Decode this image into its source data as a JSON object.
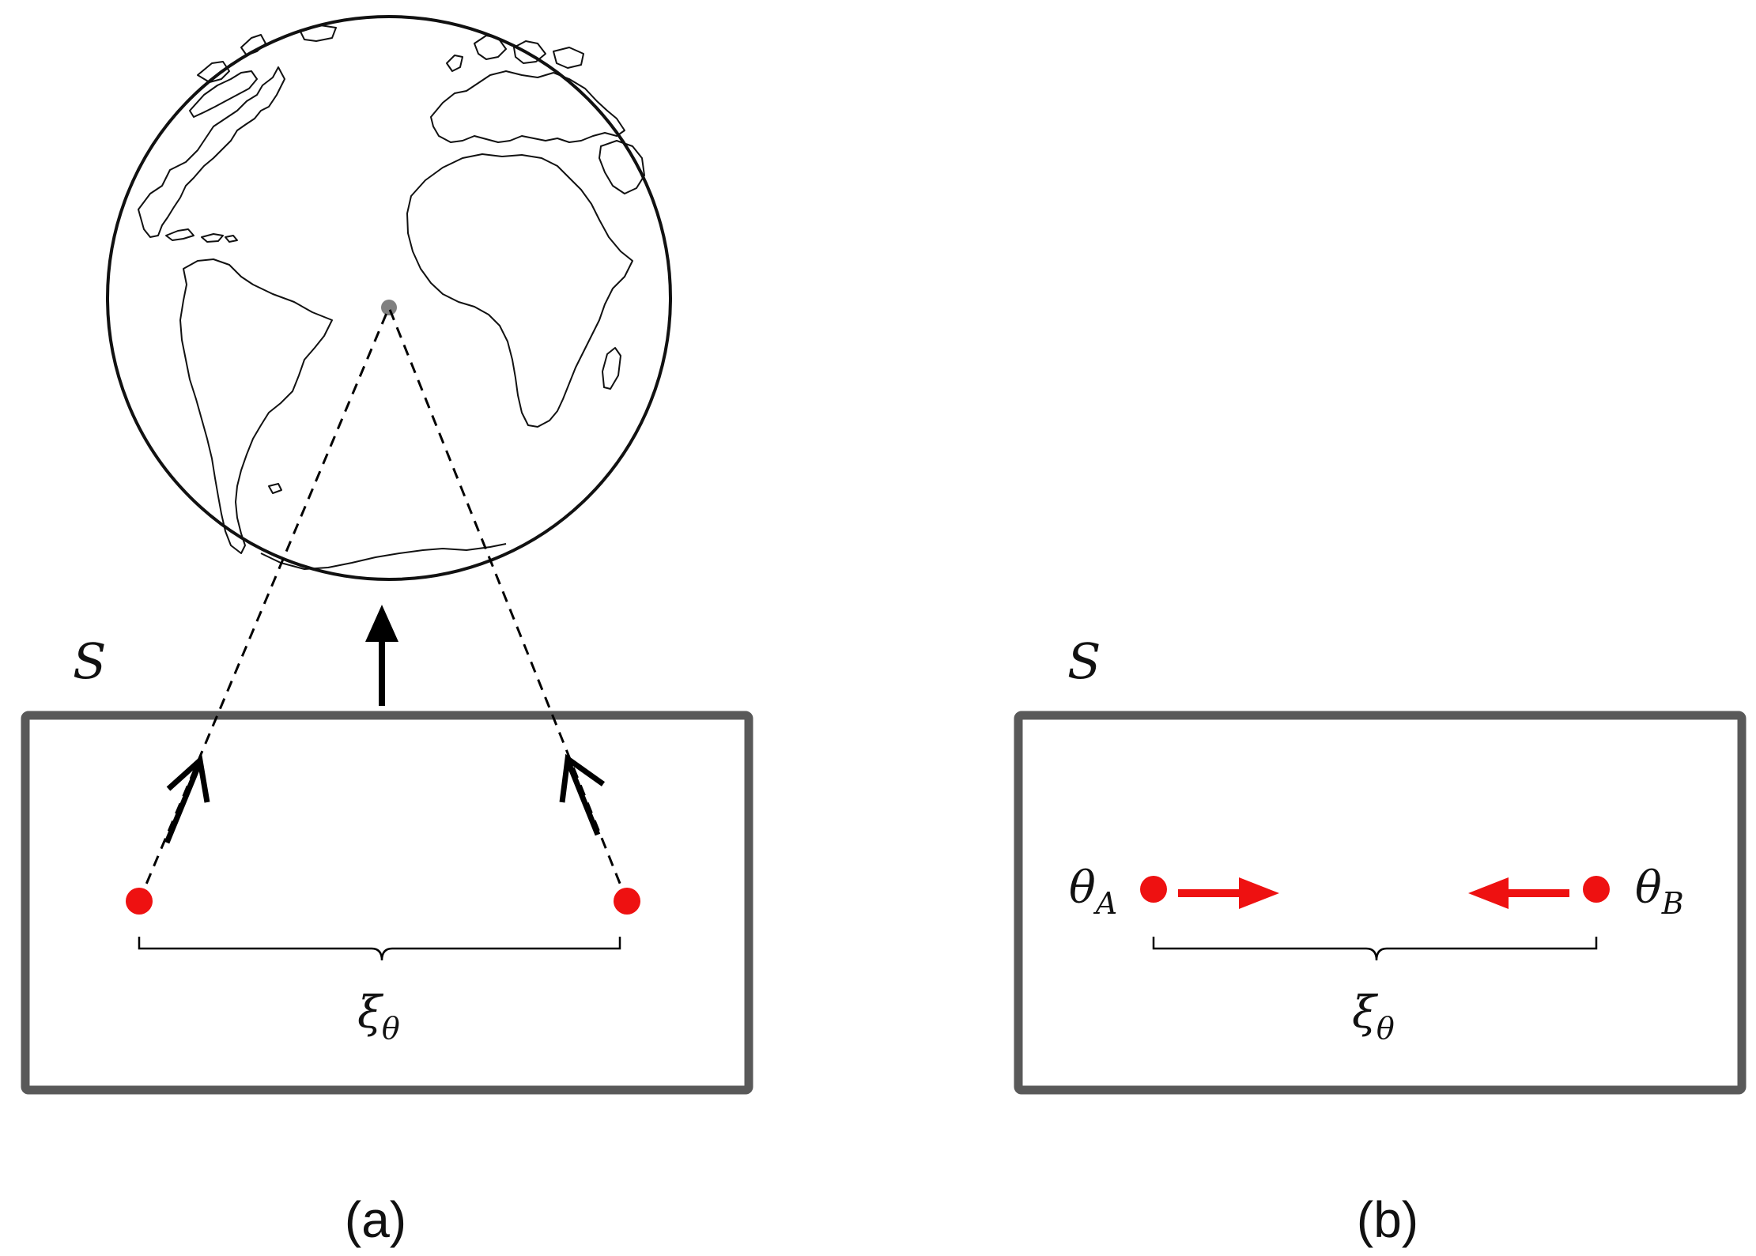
{
  "panel_a": {
    "frame_label": "S",
    "separation_label": "ξ",
    "separation_sub": "θ",
    "caption": "(a)"
  },
  "panel_b": {
    "frame_label": "S",
    "label_a": "θ",
    "label_a_sub": "A",
    "label_b": "θ",
    "label_b_sub": "B",
    "separation_label": "ξ",
    "separation_sub": "θ",
    "caption": "(b)"
  },
  "colors": {
    "box": "#595959",
    "point": "#ee1111",
    "arrow_red": "#ee1111",
    "arrow_black": "#000000",
    "earth_center": "#808080"
  },
  "icons": {
    "earth": "earth-globe-icon"
  }
}
